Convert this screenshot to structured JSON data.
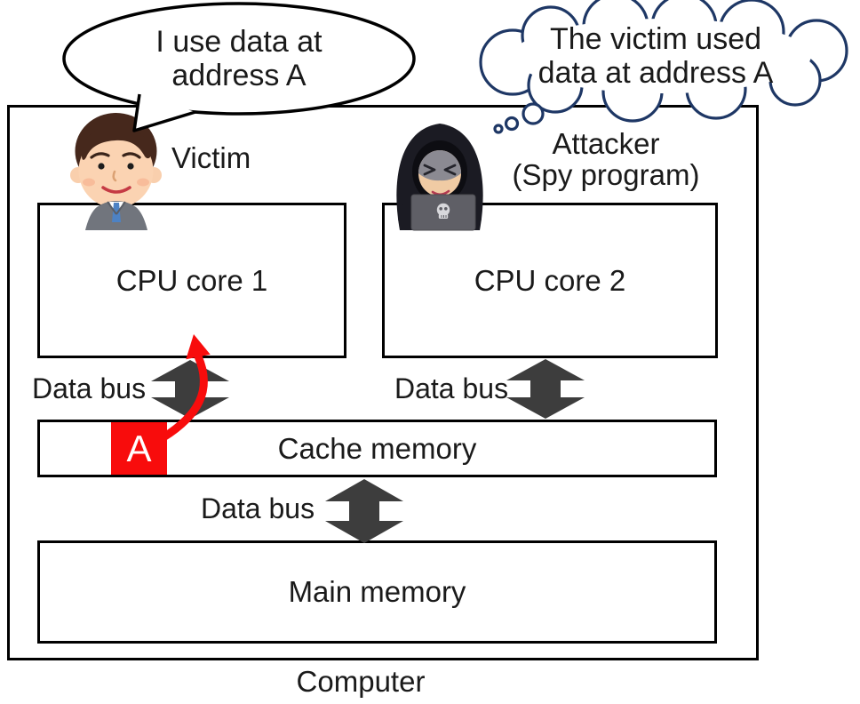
{
  "bubbles": {
    "victim_speech_line1": "I use data at",
    "victim_speech_line2": "address A",
    "attacker_thought_line1": "The victim used",
    "attacker_thought_line2": "data at address A"
  },
  "labels": {
    "victim": "Victim",
    "attacker_line1": "Attacker",
    "attacker_line2": "(Spy program)",
    "cpu_core_1": "CPU core 1",
    "cpu_core_2": "CPU core 2",
    "cache_memory": "Cache memory",
    "main_memory": "Main memory",
    "computer": "Computer",
    "data_bus_left": "Data bus",
    "data_bus_right": "Data bus",
    "data_bus_bottom": "Data bus",
    "cached_address": "A"
  },
  "icons": {
    "skull": "skull-icon",
    "victim_avatar": "victim-person-icon",
    "attacker_avatar": "hooded-attacker-icon"
  },
  "colors": {
    "arrow_gray": "#3d3d3d",
    "highlight_red": "#f80c0c",
    "cloud_navy": "#1e3765",
    "border_black": "#000000"
  }
}
